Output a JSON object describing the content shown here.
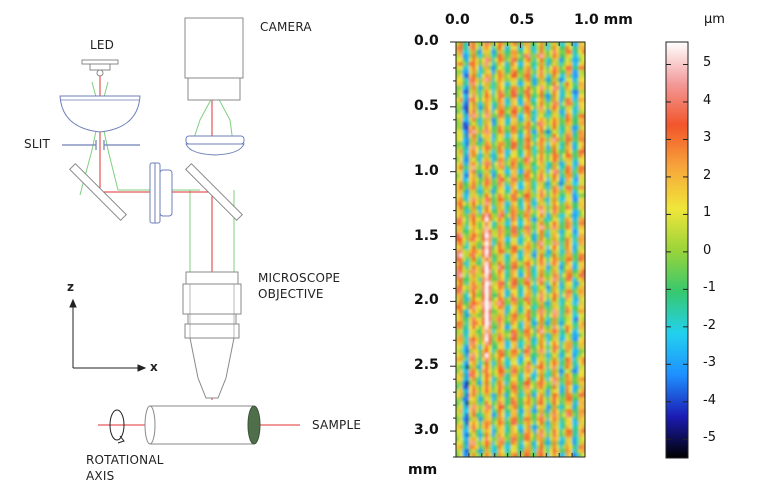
{
  "diagram": {
    "labels": {
      "led": "LED",
      "camera": "CAMERA",
      "slit": "SLIT",
      "microscope_line1": "MICROSCOPE",
      "microscope_line2": "OBJECTIVE",
      "axis_z": "z",
      "axis_x": "x",
      "sample": "SAMPLE",
      "rotational_line1": "ROTATIONAL",
      "rotational_line2": "AXIS"
    },
    "colors": {
      "optics": "#6e7fb8",
      "housing": "#8a8a8a",
      "light_red": "#e03030",
      "light_green": "#7fd07f",
      "sample_end": "#4f6e4a"
    }
  },
  "chart_data": {
    "type": "heatmap",
    "x_ticks": [
      "0.0",
      "0.5",
      "1.0 mm"
    ],
    "x_values": [
      0.0,
      0.5,
      1.0
    ],
    "y_ticks": [
      "0.0",
      "0.5",
      "1.0",
      "1.5",
      "2.0",
      "2.5",
      "3.0"
    ],
    "y_values": [
      0.0,
      0.5,
      1.0,
      1.5,
      2.0,
      2.5,
      3.0
    ],
    "y_unit": "mm",
    "xlim": [
      0.0,
      1.0
    ],
    "ylim": [
      0.0,
      3.2
    ],
    "colorbar": {
      "unit": "μm",
      "ticks": [
        "5",
        "4",
        "3",
        "2",
        "1",
        "0",
        "-1",
        "-2",
        "-3",
        "-4",
        "-5"
      ],
      "values": [
        5,
        4,
        3,
        2,
        1,
        0,
        -1,
        -2,
        -3,
        -4,
        -5
      ],
      "range": [
        -5.5,
        5.6
      ],
      "colormap": [
        "#000000",
        "#1c1cb4",
        "#1e90ff",
        "#22d1ee",
        "#37c86e",
        "#9bd43a",
        "#f0e63a",
        "#f7a53b",
        "#f2552a",
        "#f39a9a",
        "#ffffff"
      ]
    }
  }
}
